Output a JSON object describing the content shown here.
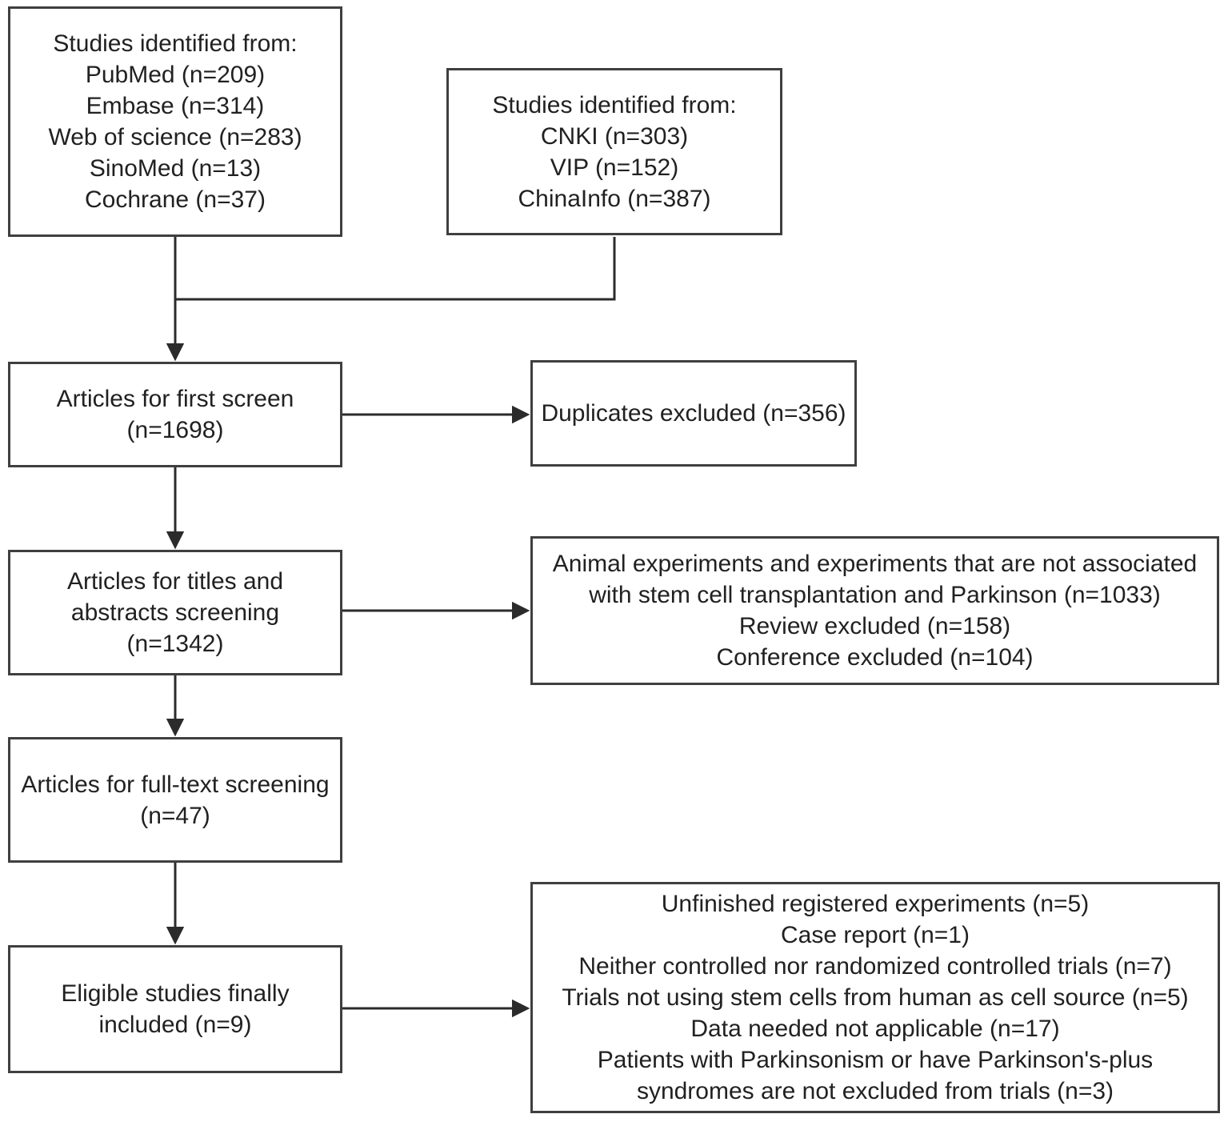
{
  "boxes": {
    "db_international": {
      "text": "Studies identified from:\nPubMed (n=209)\nEmbase (n=314)\nWeb of science (n=283)\nSinoMed (n=13)\nCochrane (n=37)"
    },
    "db_chinese": {
      "text": "Studies identified from:\nCNKI (n=303)\nVIP (n=152)\nChinaInfo (n=387)"
    },
    "first_screen": {
      "text": "Articles for first screen\n(n=1698)"
    },
    "duplicates_excluded": {
      "text": "Duplicates excluded (n=356)"
    },
    "title_abstract_screening": {
      "text": "Articles for titles and\nabstracts screening\n(n=1342)"
    },
    "title_abstract_exclusions": {
      "text": "Animal experiments and experiments that are not associated\nwith stem cell transplantation and Parkinson (n=1033)\nReview excluded (n=158)\nConference excluded (n=104)"
    },
    "fulltext_screening": {
      "text": "Articles for full-text screening\n(n=47)"
    },
    "eligible_included": {
      "text": "Eligible studies finally\nincluded (n=9)"
    },
    "fulltext_exclusions": {
      "text": "Unfinished registered experiments (n=5)\nCase report (n=1)\nNeither controlled nor randomized controlled trials (n=7)\nTrials not using stem cells from human as cell source (n=5)\nData needed not applicable (n=17)\nPatients with Parkinsonism or have Parkinson's-plus\nsyndromes are not excluded from trials (n=3)"
    }
  },
  "colors": {
    "box_border": "#3f3f3f",
    "text": "#212121",
    "connector": "#2b2b2b",
    "background": "#ffffff"
  }
}
